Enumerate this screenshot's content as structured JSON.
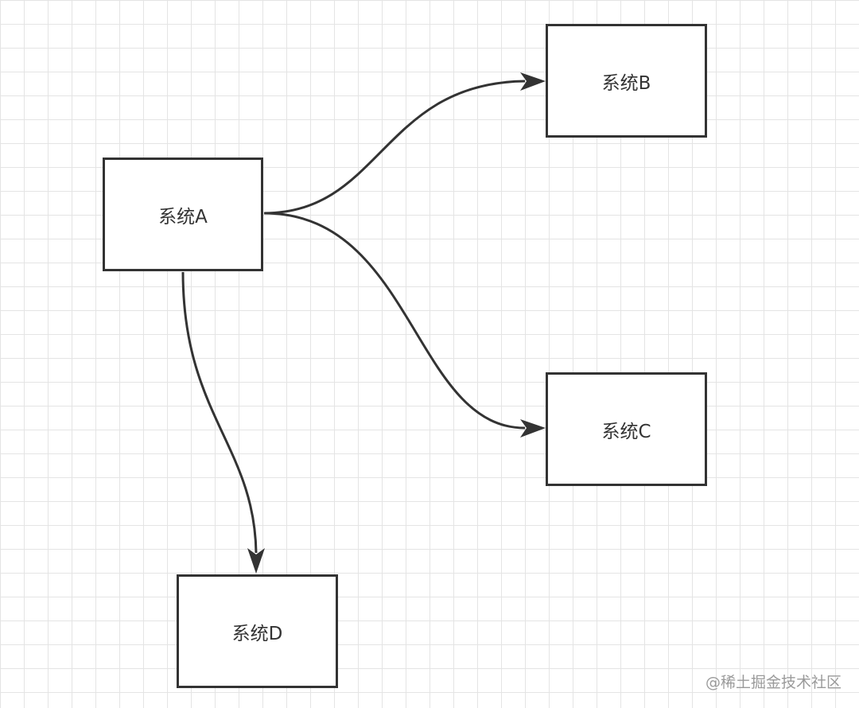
{
  "diagram": {
    "nodes": [
      {
        "id": "a",
        "label": "系统A"
      },
      {
        "id": "b",
        "label": "系统B"
      },
      {
        "id": "c",
        "label": "系统C"
      },
      {
        "id": "d",
        "label": "系统D"
      }
    ],
    "edges": [
      {
        "from": "a",
        "to": "b"
      },
      {
        "from": "a",
        "to": "c"
      },
      {
        "from": "a",
        "to": "d"
      }
    ],
    "colors": {
      "stroke": "#333333",
      "grid": "#e4e4e4",
      "background": "#ffffff"
    }
  },
  "watermark": "@稀土掘金技术社区"
}
